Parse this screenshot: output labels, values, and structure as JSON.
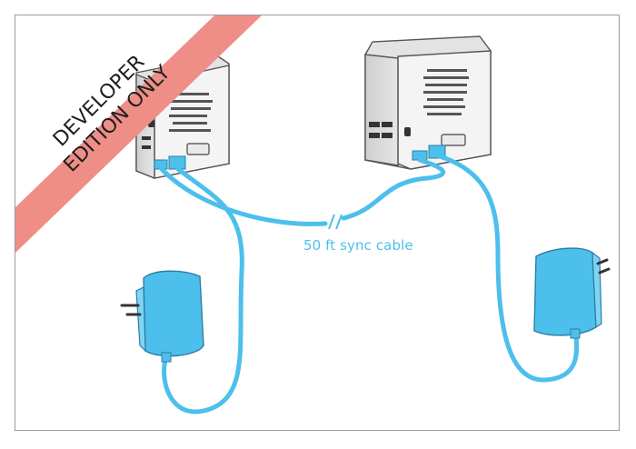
{
  "banner": {
    "line1": "DEVELOPER",
    "line2": "EDITION ONLY",
    "color": "#ee8e87",
    "text_color": "#1e1e1e"
  },
  "cable": {
    "label": "50 ft sync cable",
    "color": "#4dbfec"
  },
  "device_color": "#f2f2f2",
  "adapter_color": "#4dbfec"
}
